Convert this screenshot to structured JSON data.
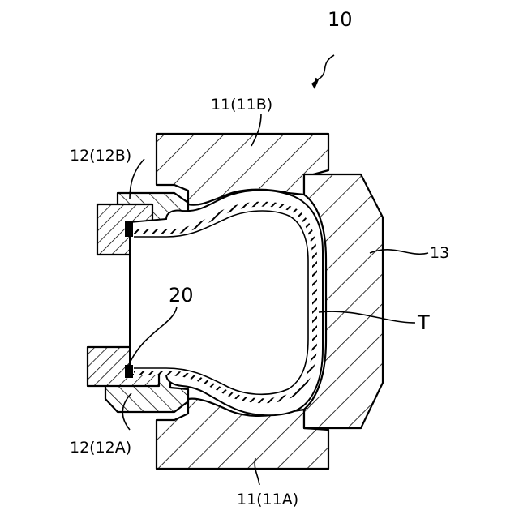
{
  "figure": {
    "labels": {
      "assembly": "10",
      "mold_upper": "11(11B)",
      "mold_lower": "11(11A)",
      "bead_ring_upper": "12(12B)",
      "bead_ring_lower": "12(12A)",
      "tread_ring": "13",
      "member": "20",
      "tire": "T"
    }
  }
}
